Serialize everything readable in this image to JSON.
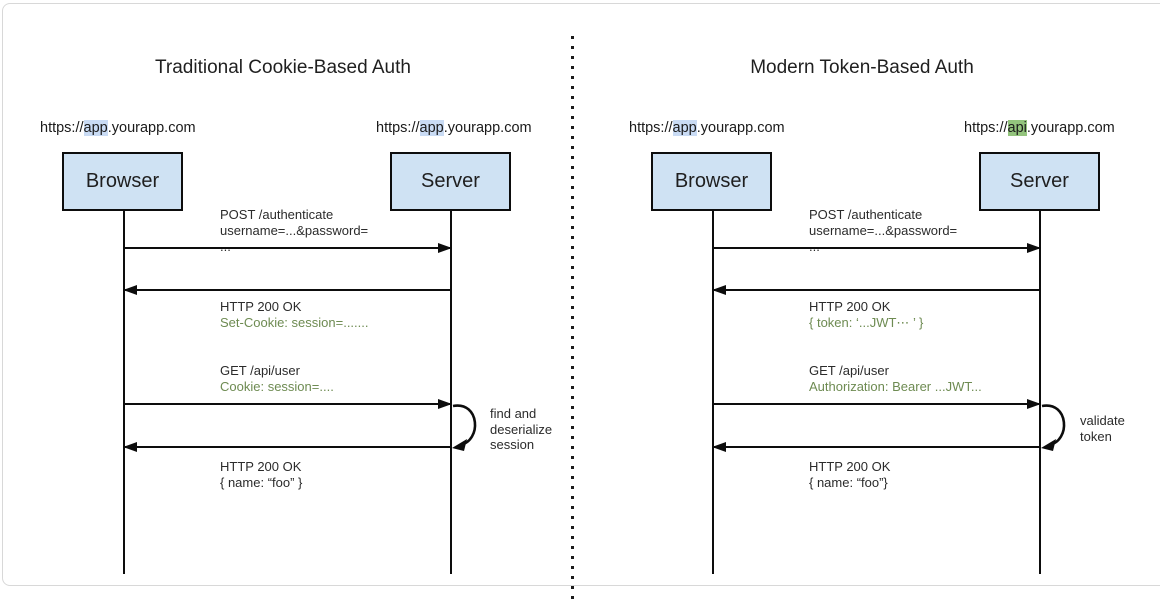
{
  "left": {
    "title": "Traditional Cookie-Based Auth",
    "browser_label": "Browser",
    "server_label": "Server",
    "browser_url": {
      "scheme": "https://",
      "host": "app",
      "rest": ".yourapp.com"
    },
    "server_url": {
      "scheme": "https://",
      "host": "app",
      "rest": ".yourapp.com"
    },
    "msg1": {
      "l1": "POST /authenticate",
      "l2": "username=...&password=",
      "l3": "..."
    },
    "msg2": {
      "l1": "HTTP 200 OK",
      "l2": "Set-Cookie: session=......."
    },
    "msg3": {
      "l1": "GET /api/user",
      "l2": "Cookie: session=...."
    },
    "note": {
      "l1": "find and",
      "l2": "deserialize",
      "l3": "session"
    },
    "msg4": {
      "l1": "HTTP 200 OK",
      "l2": "{ name: “foo” }"
    }
  },
  "right": {
    "title": "Modern Token-Based Auth",
    "browser_label": "Browser",
    "server_label": "Server",
    "browser_url": {
      "scheme": "https://",
      "host": "app",
      "rest": ".yourapp.com"
    },
    "server_url": {
      "scheme": "https://",
      "host": "api",
      "rest": ".yourapp.com"
    },
    "msg1": {
      "l1": "POST /authenticate",
      "l2": "username=...&password=",
      "l3": "..."
    },
    "msg2": {
      "l1": "HTTP 200 OK",
      "l2": "{ token: ‘...JWT⋯ ’ }"
    },
    "msg3": {
      "l1": "GET /api/user",
      "l2": "Authorization: Bearer ...JWT..."
    },
    "note": {
      "l1": "validate",
      "l2": "token",
      "l3": ""
    },
    "msg4": {
      "l1": "HTTP 200 OK",
      "l2": "{ name: “foo”}"
    }
  },
  "colors": {
    "actor_fill": "#cfe2f3",
    "app_highlight": "#c9dbf4",
    "api_highlight": "#93c47d",
    "header_green_text": "#6e8b52",
    "line_black": "#0d0d0d",
    "frame_gray": "#d8d8d8"
  }
}
